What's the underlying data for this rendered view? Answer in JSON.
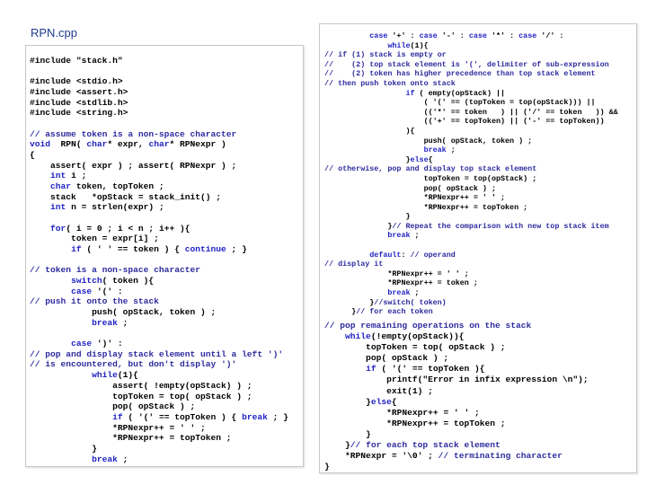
{
  "title": "RPN.cpp",
  "colors": {
    "title": "#1f3a8a",
    "plain": "#000000",
    "comment": "#2d2a9e",
    "keyword": "#1f21c4",
    "string": "#000000"
  },
  "left_code": [
    [
      [
        "plain",
        "#include \"stack.h\""
      ]
    ],
    [
      [
        "plain",
        ""
      ]
    ],
    [
      [
        "plain",
        "#include <stdio.h>"
      ]
    ],
    [
      [
        "plain",
        "#include <assert.h>"
      ]
    ],
    [
      [
        "plain",
        "#include <stdlib.h>"
      ]
    ],
    [
      [
        "plain",
        "#include <string.h>"
      ]
    ],
    [
      [
        "plain",
        ""
      ]
    ],
    [
      [
        "comment",
        "// assume token is a non-space character"
      ]
    ],
    [
      [
        "keyword",
        "void"
      ],
      [
        "plain",
        "  RPN( "
      ],
      [
        "keyword",
        "char"
      ],
      [
        "plain",
        "* expr, "
      ],
      [
        "keyword",
        "char"
      ],
      [
        "plain",
        "* RPNexpr )"
      ]
    ],
    [
      [
        "plain",
        "{"
      ]
    ],
    [
      [
        "plain",
        "    assert( expr ) ; assert( RPNexpr ) ;"
      ]
    ],
    [
      [
        "plain",
        "    "
      ],
      [
        "keyword",
        "int"
      ],
      [
        "plain",
        " i ;"
      ]
    ],
    [
      [
        "plain",
        "    "
      ],
      [
        "keyword",
        "char"
      ],
      [
        "plain",
        " token, topToken ;"
      ]
    ],
    [
      [
        "plain",
        "    stack   *opStack = stack_init() ;"
      ]
    ],
    [
      [
        "plain",
        "    "
      ],
      [
        "keyword",
        "int"
      ],
      [
        "plain",
        " n = strlen(expr) ;"
      ]
    ],
    [
      [
        "plain",
        ""
      ]
    ],
    [
      [
        "plain",
        "    "
      ],
      [
        "keyword",
        "for"
      ],
      [
        "plain",
        "( i = 0 ; i < n ; i++ ){"
      ]
    ],
    [
      [
        "plain",
        "        token = expr[i] ;"
      ]
    ],
    [
      [
        "plain",
        "        "
      ],
      [
        "keyword",
        "if"
      ],
      [
        "plain",
        " ( ' ' == token ) { "
      ],
      [
        "keyword",
        "continue"
      ],
      [
        "plain",
        " ; }"
      ]
    ],
    [
      [
        "plain",
        ""
      ]
    ],
    [
      [
        "comment",
        "// token is a non-space character"
      ]
    ],
    [
      [
        "plain",
        "        "
      ],
      [
        "keyword",
        "switch"
      ],
      [
        "plain",
        "( token ){"
      ]
    ],
    [
      [
        "plain",
        "        "
      ],
      [
        "keyword",
        "case"
      ],
      [
        "plain",
        " '(' :"
      ]
    ],
    [
      [
        "comment",
        "// push it onto the stack"
      ]
    ],
    [
      [
        "plain",
        "            push( opStack, token ) ;"
      ]
    ],
    [
      [
        "plain",
        "            "
      ],
      [
        "keyword",
        "break"
      ],
      [
        "plain",
        " ;"
      ]
    ],
    [
      [
        "plain",
        ""
      ]
    ],
    [
      [
        "plain",
        "        "
      ],
      [
        "keyword",
        "case"
      ],
      [
        "plain",
        " ')' :"
      ]
    ],
    [
      [
        "comment",
        "// pop and display stack element until a left ')'"
      ]
    ],
    [
      [
        "comment",
        "// is encountered, but don't display ')'"
      ]
    ],
    [
      [
        "plain",
        "            "
      ],
      [
        "keyword",
        "while"
      ],
      [
        "plain",
        "(1){"
      ]
    ],
    [
      [
        "plain",
        "                assert( !empty(opStack) ) ;"
      ]
    ],
    [
      [
        "plain",
        "                topToken = top( opStack ) ;"
      ]
    ],
    [
      [
        "plain",
        "                pop( opStack ) ;"
      ]
    ],
    [
      [
        "plain",
        "                "
      ],
      [
        "keyword",
        "if"
      ],
      [
        "plain",
        " ( '(' == topToken ) { "
      ],
      [
        "keyword",
        "break"
      ],
      [
        "plain",
        " ; }"
      ]
    ],
    [
      [
        "plain",
        "                *RPNexpr++ = ' ' ;"
      ]
    ],
    [
      [
        "plain",
        "                *RPNexpr++ = topToken ;"
      ]
    ],
    [
      [
        "plain",
        "            }"
      ]
    ],
    [
      [
        "plain",
        "            "
      ],
      [
        "keyword",
        "break"
      ],
      [
        "plain",
        " ;"
      ]
    ]
  ],
  "right_code_a": [
    [
      [
        "plain",
        "          "
      ],
      [
        "keyword",
        "case"
      ],
      [
        "plain",
        " '+' : "
      ],
      [
        "keyword",
        "case"
      ],
      [
        "plain",
        " '-' : "
      ],
      [
        "keyword",
        "case"
      ],
      [
        "plain",
        " '*' : "
      ],
      [
        "keyword",
        "case"
      ],
      [
        "plain",
        " '/' :"
      ]
    ],
    [
      [
        "plain",
        "              "
      ],
      [
        "keyword",
        "while"
      ],
      [
        "plain",
        "(1){"
      ]
    ],
    [
      [
        "comment",
        "// if (1) stack is empty or"
      ]
    ],
    [
      [
        "comment",
        "//    (2) top stack element is '(', delimiter of sub-expression"
      ]
    ],
    [
      [
        "comment",
        "//    (2) token has higher precedence than top stack element"
      ]
    ],
    [
      [
        "comment",
        "// then push token onto stack"
      ]
    ],
    [
      [
        "plain",
        "                  "
      ],
      [
        "keyword",
        "if"
      ],
      [
        "plain",
        " ( empty(opStack) ||"
      ]
    ],
    [
      [
        "plain",
        "                      ( '(' == (topToken = top(opStack))) ||"
      ]
    ],
    [
      [
        "plain",
        "                      (('*' == token   ) || ('/' == token   )) &&"
      ]
    ],
    [
      [
        "plain",
        "                      (('+' == topToken) || ('-' == topToken))"
      ]
    ],
    [
      [
        "plain",
        "                  ){"
      ]
    ],
    [
      [
        "plain",
        "                      push( opStack, token ) ;"
      ]
    ],
    [
      [
        "plain",
        "                      "
      ],
      [
        "keyword",
        "break"
      ],
      [
        "plain",
        " ;"
      ]
    ],
    [
      [
        "plain",
        "                  }"
      ],
      [
        "keyword",
        "else"
      ],
      [
        "plain",
        "{"
      ]
    ],
    [
      [
        "comment",
        "// otherwise, pop and display top stack element"
      ]
    ],
    [
      [
        "plain",
        "                      topToken = top(opStack) ;"
      ]
    ],
    [
      [
        "plain",
        "                      pop( opStack ) ;"
      ]
    ],
    [
      [
        "plain",
        "                      *RPNexpr++ = ' ' ;"
      ]
    ],
    [
      [
        "plain",
        "                      *RPNexpr++ = topToken ;"
      ]
    ],
    [
      [
        "plain",
        "                  }"
      ]
    ],
    [
      [
        "plain",
        "              }"
      ],
      [
        "comment",
        "// Repeat the comparison with new top stack item"
      ]
    ],
    [
      [
        "plain",
        "              "
      ],
      [
        "keyword",
        "break"
      ],
      [
        "plain",
        " ;"
      ]
    ],
    [
      [
        "plain",
        ""
      ]
    ],
    [
      [
        "plain",
        "          "
      ],
      [
        "keyword",
        "default"
      ],
      [
        "plain",
        ": "
      ],
      [
        "comment",
        "// operand"
      ]
    ],
    [
      [
        "comment",
        "// display it"
      ]
    ],
    [
      [
        "plain",
        "              *RPNexpr++ = ' ' ;"
      ]
    ],
    [
      [
        "plain",
        "              *RPNexpr++ = token ;"
      ]
    ],
    [
      [
        "plain",
        "              "
      ],
      [
        "keyword",
        "break"
      ],
      [
        "plain",
        " ;"
      ]
    ],
    [
      [
        "plain",
        "          }"
      ],
      [
        "comment",
        "//switch( token)"
      ]
    ],
    [
      [
        "plain",
        "      }"
      ],
      [
        "comment",
        "// for each token"
      ]
    ]
  ],
  "right_code_b": [
    [
      [
        "comment",
        "// pop remaining operations on the stack"
      ]
    ],
    [
      [
        "plain",
        "    "
      ],
      [
        "keyword",
        "while"
      ],
      [
        "plain",
        "(!empty(opStack)){"
      ]
    ],
    [
      [
        "plain",
        "        topToken = top( opStack ) ;"
      ]
    ],
    [
      [
        "plain",
        "        pop( opStack ) ;"
      ]
    ],
    [
      [
        "plain",
        "        "
      ],
      [
        "keyword",
        "if"
      ],
      [
        "plain",
        " ( '(' == topToken ){"
      ]
    ],
    [
      [
        "plain",
        "            printf(\"Error in infix expression \\n\");"
      ]
    ],
    [
      [
        "plain",
        "            exit(1) ;"
      ]
    ],
    [
      [
        "plain",
        "        }"
      ],
      [
        "keyword",
        "else"
      ],
      [
        "plain",
        "{"
      ]
    ],
    [
      [
        "plain",
        "            *RPNexpr++ = ' ' ;"
      ]
    ],
    [
      [
        "plain",
        "            *RPNexpr++ = topToken ;"
      ]
    ],
    [
      [
        "plain",
        "        }"
      ]
    ],
    [
      [
        "plain",
        "    }"
      ],
      [
        "comment",
        "// for each top stack element"
      ]
    ],
    [
      [
        "plain",
        "    *RPNexpr = '\\0' ; "
      ],
      [
        "comment",
        "// terminating character"
      ]
    ],
    [
      [
        "plain",
        "}"
      ]
    ]
  ]
}
